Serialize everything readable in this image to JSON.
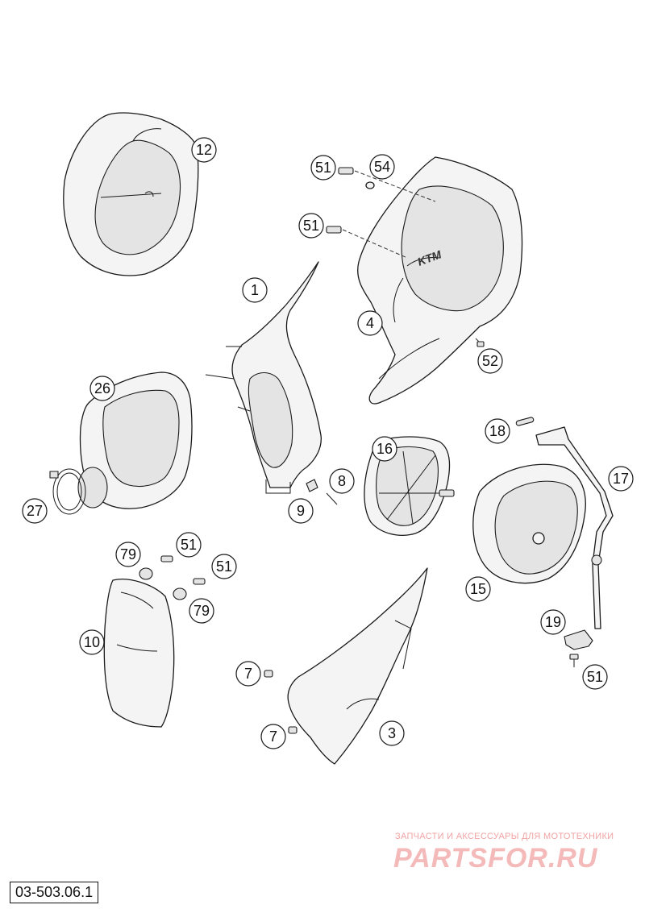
{
  "reference_code": "03-503.06.1",
  "watermark": {
    "subtitle": "ЗАПЧАСТИ И АКСЕССУАРЫ ДЛЯ МОТОТЕХНИКИ",
    "logo": "PARTSFOR.RU"
  },
  "callouts": [
    {
      "id": "c12",
      "label": "12"
    },
    {
      "id": "c51a",
      "label": "51"
    },
    {
      "id": "c54",
      "label": "54"
    },
    {
      "id": "c51b",
      "label": "51"
    },
    {
      "id": "c1",
      "label": "1"
    },
    {
      "id": "c4",
      "label": "4"
    },
    {
      "id": "c52",
      "label": "52"
    },
    {
      "id": "c26",
      "label": "26"
    },
    {
      "id": "c18",
      "label": "18"
    },
    {
      "id": "c17",
      "label": "17"
    },
    {
      "id": "c16",
      "label": "16"
    },
    {
      "id": "c8",
      "label": "8"
    },
    {
      "id": "c9",
      "label": "9"
    },
    {
      "id": "c27",
      "label": "27"
    },
    {
      "id": "c79a",
      "label": "79"
    },
    {
      "id": "c51c",
      "label": "51"
    },
    {
      "id": "c51d",
      "label": "51"
    },
    {
      "id": "c79b",
      "label": "79"
    },
    {
      "id": "c15",
      "label": "15"
    },
    {
      "id": "c10",
      "label": "10"
    },
    {
      "id": "c19",
      "label": "19"
    },
    {
      "id": "c7a",
      "label": "7"
    },
    {
      "id": "c51e",
      "label": "51"
    },
    {
      "id": "c3",
      "label": "3"
    },
    {
      "id": "c7b",
      "label": "7"
    }
  ]
}
